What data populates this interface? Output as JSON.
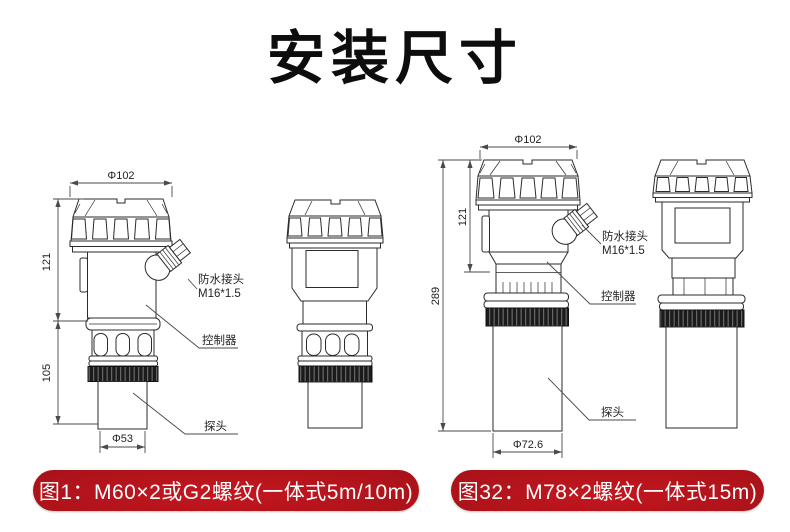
{
  "title": "安装尺寸",
  "figures": {
    "fig1": {
      "caption": "图1：M60×2或G2螺纹(一体式5m/10m)",
      "dim_top_diameter": "Φ102",
      "dim_upper_height": "121",
      "dim_lower_height": "105",
      "dim_probe_diameter": "Φ53",
      "label_gland": "防水接头",
      "label_gland_spec": "M16*1.5",
      "label_controller": "控制器",
      "label_probe": "探头"
    },
    "fig32": {
      "caption": "图32：M78×2螺纹(一体式15m)",
      "dim_top_diameter": "Φ102",
      "dim_upper_height": "121",
      "dim_total_height": "289",
      "dim_probe_diameter": "Φ72.6",
      "label_gland": "防水接头",
      "label_gland_spec": "M16*1.5",
      "label_controller": "控制器",
      "label_probe": "探头"
    }
  },
  "colors": {
    "badge_red": "#b01420",
    "badge_red_dark": "#7c0d11",
    "line_color": "#2b2b2b",
    "title_color": "#0d0d0d"
  }
}
